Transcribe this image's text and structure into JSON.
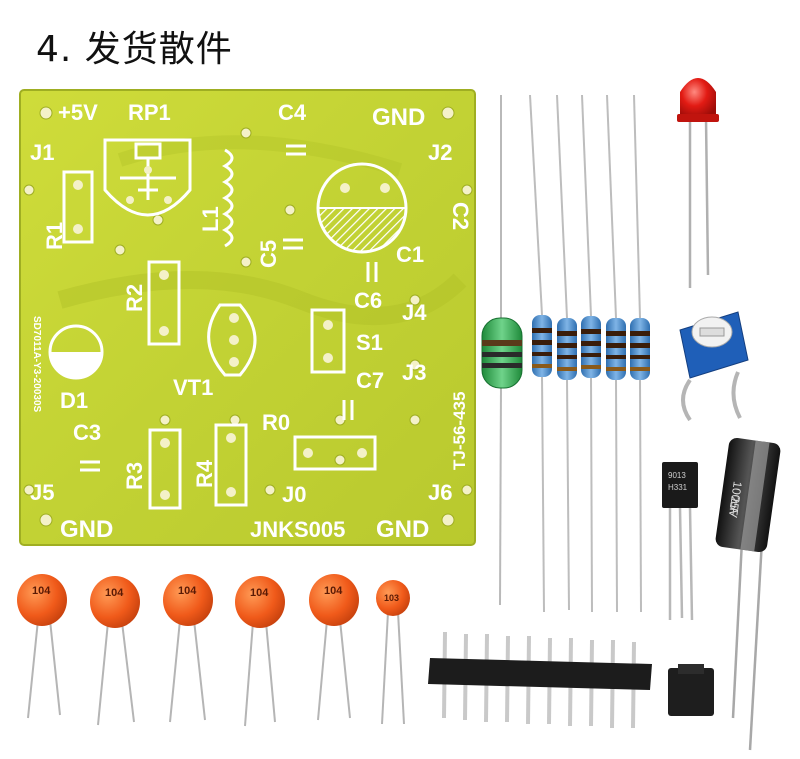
{
  "title": "4. 发货散件",
  "pcb": {
    "labels": {
      "plus5v": "+5V",
      "rp1": "RP1",
      "c4": "C4",
      "gnd_top": "GND",
      "j1": "J1",
      "j2": "J2",
      "c2": "C2",
      "r1": "R1",
      "l1": "L1",
      "c5": "C5",
      "c1": "C1",
      "r2": "R2",
      "c6": "C6",
      "j4": "J4",
      "s1": "S1",
      "d1": "D1",
      "vt1": "VT1",
      "j3": "J3",
      "c7": "C7",
      "c3": "C3",
      "r0": "R0",
      "r3": "R3",
      "r4": "R4",
      "j0": "J0",
      "j5": "J5",
      "j6": "J6",
      "gnd_bl": "GND",
      "board_name": "JNKS005",
      "gnd_br": "GND",
      "side_code": "TJ-56-435",
      "side_date": "SD7011A-Y3-20030S"
    },
    "colors": {
      "board": "#c6d636",
      "silk": "#ffffff"
    }
  },
  "parts": {
    "transistor_mark": "9013",
    "transistor_mark2": "H331",
    "electrolytic_value": "100uF",
    "electrolytic_voltage": "25V",
    "ceramic_code": "104",
    "small_ceramic_code": "103"
  }
}
